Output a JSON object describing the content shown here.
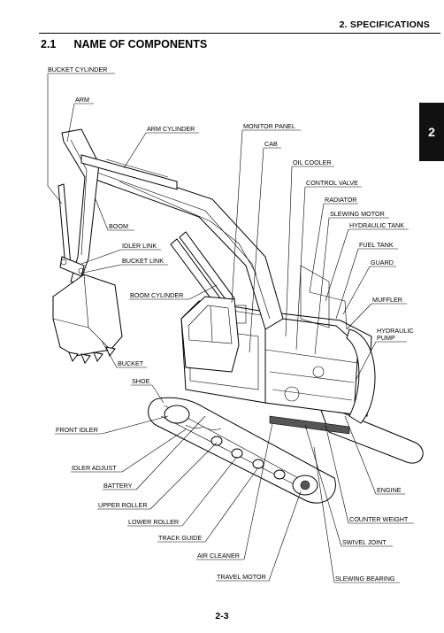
{
  "header": {
    "title": "2. SPECIFICATIONS"
  },
  "section": {
    "number": "2.1",
    "title": "NAME OF COMPONENTS"
  },
  "chapter_tab": "2",
  "labels": {
    "bucket_cylinder": "BUCKET CYLINDER",
    "arm": "ARM",
    "arm_cylinder": "ARM CYLINDER",
    "monitor_panel": "MONITOR PANEL",
    "cab": "CAB",
    "oil_cooler": "OIL COOLER",
    "control_valve": "CONTROL VALVE",
    "radiator": "RADIATOR",
    "slewing_motor": "SLEWING MOTOR",
    "hydraulic_tank": "HYDRAULIC TANK",
    "fuel_tank": "FUEL TANK",
    "guard": "GUARD",
    "muffler": "MUFFLER",
    "hydraulic_pump_1": "HYDRAULIC",
    "hydraulic_pump_2": "PUMP",
    "boom": "BOOM",
    "idler_link": "IDLER LINK",
    "bucket_link": "BUCKET LINK",
    "boom_cylinder": "BOOM CYLINDER",
    "bucket": "BUCKET",
    "shoe": "SHOE",
    "front_idler": "FRONT IDLER",
    "idler_adjust": "IDLER ADJUST",
    "battery": "BATTERY",
    "upper_roller": "UPPER ROLLER",
    "lower_roller": "LOWER ROLLER",
    "track_guide": "TRACK GUIDE",
    "air_cleaner": "AIR CLEANER",
    "travel_motor": "TRAVEL MOTOR",
    "engine": "ENGINE",
    "counter_weight": "COUNTER WEIGHT",
    "swivel_joint": "SWIVEL JOINT",
    "slewing_bearing": "SLEWING BEARING"
  },
  "footer": {
    "page_number": "2-3"
  }
}
